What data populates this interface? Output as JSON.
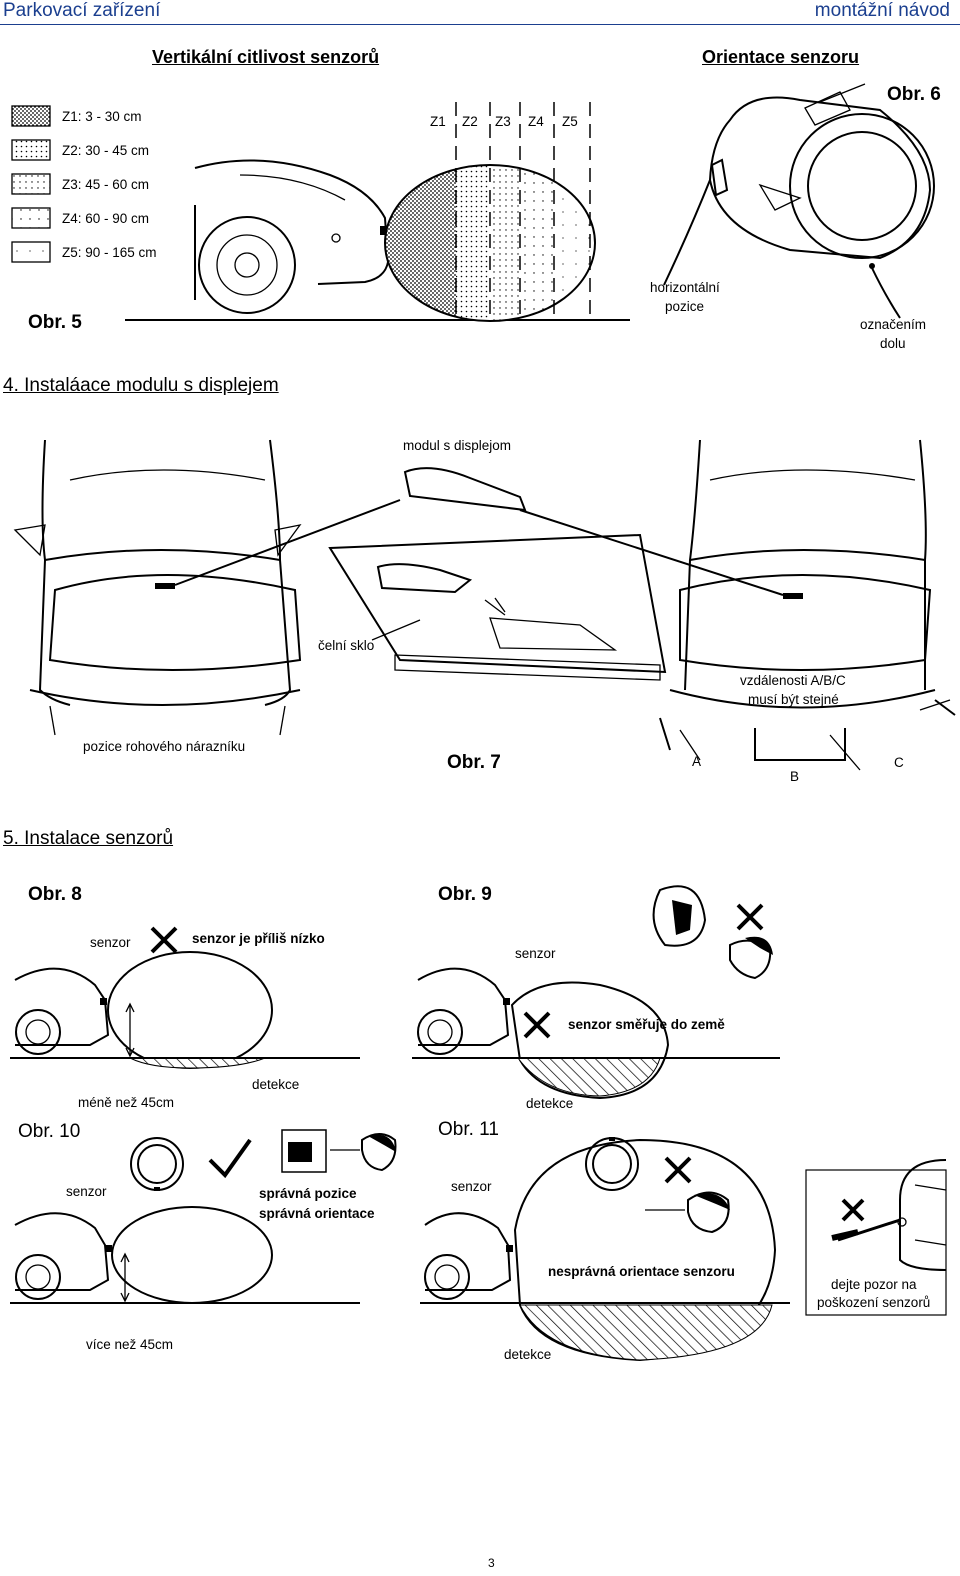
{
  "header": {
    "left": "Parkovací zařízení",
    "right": "montážní návod"
  },
  "fig5": {
    "title": "Vertikální citlivost senzorů",
    "zones": [
      "Z1: 3 - 30 cm",
      "Z2: 30 - 45 cm",
      "Z3: 45 - 60 cm",
      "Z4: 60 - 90 cm",
      "Z5: 90 - 165 cm"
    ],
    "zone_labels": [
      "Z1",
      "Z2",
      "Z3",
      "Z4",
      "Z5"
    ],
    "caption": "Obr. 5"
  },
  "fig6": {
    "title": "Orientace senzoru",
    "caption": "Obr. 6",
    "label_horizontal_1": "horizontální",
    "label_horizontal_2": "pozice",
    "label_mark_1": "označením",
    "label_mark_2": "dolu"
  },
  "section4": {
    "heading": "4. Instaláace modulu s displejem",
    "label_module": "modul s displejom",
    "label_windshield": "čelní sklo",
    "label_distance_1": "vzdálenosti A/B/C",
    "label_distance_2": "musí být stejné",
    "label_corner": "pozice rohového nárazníku",
    "caption": "Obr. 7",
    "marks": [
      "A",
      "B",
      "C"
    ]
  },
  "section5": {
    "heading": "5. Instalace senzorů",
    "fig8": {
      "caption": "Obr. 8",
      "sensor": "senzor",
      "warning": "senzor je příliš nízko",
      "height": "méně než 45cm",
      "detection": "detekce"
    },
    "fig9": {
      "caption": "Obr. 9",
      "sensor": "senzor",
      "warning": "senzor směřuje do země",
      "detection": "detekce"
    },
    "fig10": {
      "caption": "Obr. 10",
      "sensor": "senzor",
      "ok_1": "správná pozice",
      "ok_2": "správná orientace",
      "height": "více než 45cm"
    },
    "fig11": {
      "caption": "Obr. 11",
      "sensor": "senzor",
      "warning": "nesprávná orientace senzoru",
      "detection": "detekce",
      "note_1": "dejte pozor na",
      "note_2": "poškození senzorů"
    }
  },
  "page_number": "3"
}
